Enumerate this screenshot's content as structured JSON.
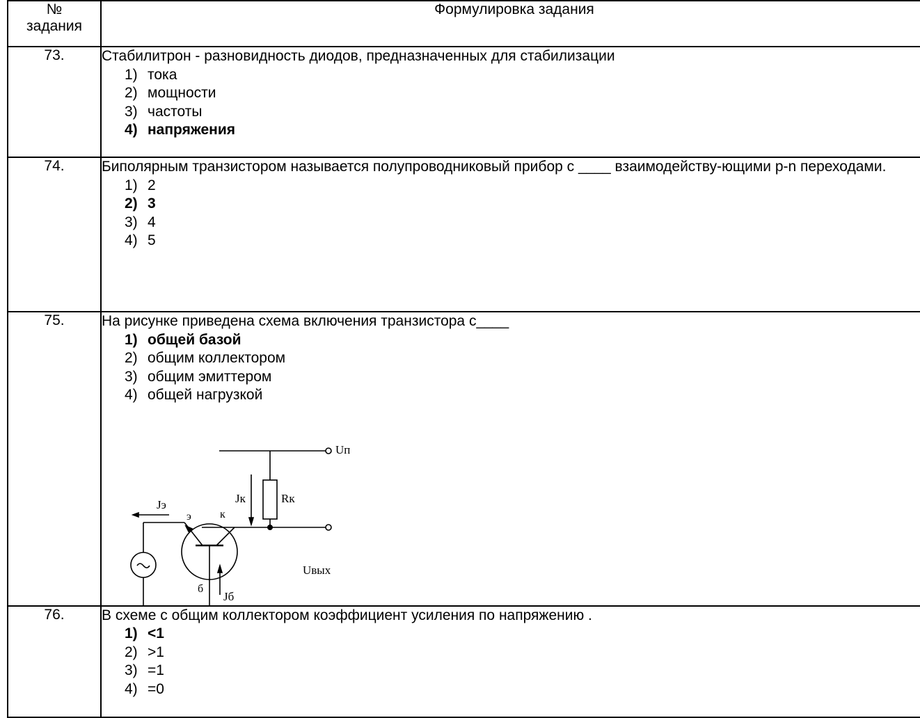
{
  "header": {
    "num_line1": "№",
    "num_line2": "задания",
    "text": "Формулировка задания"
  },
  "tasks": [
    {
      "number": "73.",
      "question": "Стабилитрон - разновидность диодов, предназначенных для стабилизации",
      "options": [
        {
          "n": "1)",
          "text": "тока",
          "correct": false
        },
        {
          "n": "2)",
          "text": "мощности",
          "correct": false
        },
        {
          "n": "3)",
          "text": "частоты",
          "correct": false
        },
        {
          "n": "4)",
          "text": "напряжения",
          "correct": true
        }
      ]
    },
    {
      "number": "74.",
      "question": "Биполярным транзистором называется полупроводниковый прибор с ____ взаимодейству-ющими p-n переходами.",
      "options": [
        {
          "n": "1)",
          "text": "2",
          "correct": false
        },
        {
          "n": "2)",
          "text": "3",
          "correct": true
        },
        {
          "n": "3)",
          "text": "4",
          "correct": false
        },
        {
          "n": "4)",
          "text": "5",
          "correct": false
        }
      ]
    },
    {
      "number": "75.",
      "question": "На рисунке приведена схема включения транзистора с____",
      "options": [
        {
          "n": "1)",
          "text": "общей базой",
          "correct": true
        },
        {
          "n": "2)",
          "text": "общим коллектором",
          "correct": false
        },
        {
          "n": "3)",
          "text": "общим эмиттером",
          "correct": false
        },
        {
          "n": "4)",
          "text": "общей нагрузкой",
          "correct": false
        }
      ],
      "circuit_labels": {
        "supply": "Uп",
        "collector_current": "Jк",
        "resistor": "Rк",
        "emitter_current": "Jэ",
        "emitter": "э",
        "collector": "к",
        "base": "б",
        "base_current": "Jб",
        "output": "Uвых",
        "source_symbol": "~"
      }
    },
    {
      "number": "76.",
      "question": "В схеме с общим коллектором коэффициент усиления по напряжению .",
      "options": [
        {
          "n": "1)",
          "text": "<1",
          "correct": true
        },
        {
          "n": "2)",
          "text": ">1",
          "correct": false
        },
        {
          "n": "3)",
          "text": "=1",
          "correct": false
        },
        {
          "n": "4)",
          "text": "=0",
          "correct": false
        }
      ]
    }
  ]
}
